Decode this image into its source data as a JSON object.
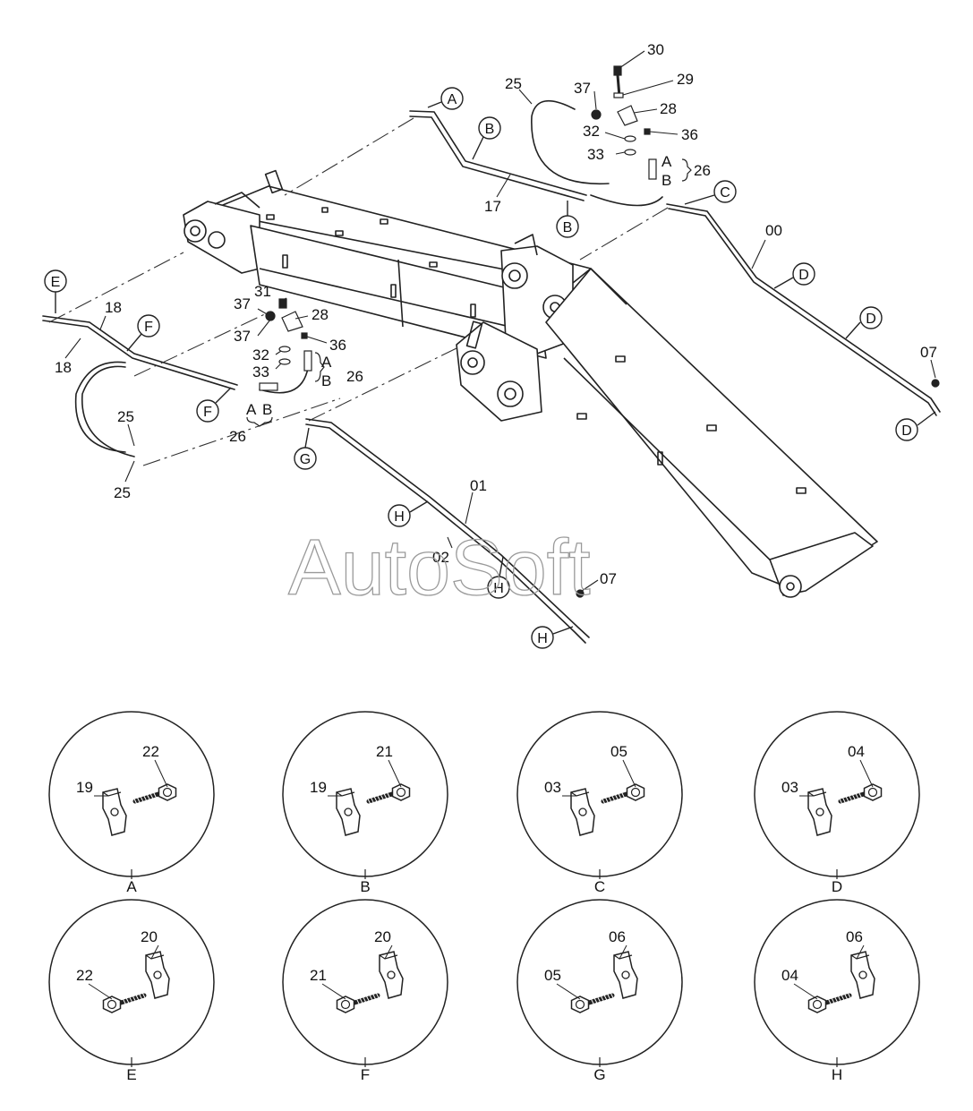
{
  "watermark": "AutoSoft",
  "diagram": {
    "callouts": {
      "c30": "30",
      "c29": "29",
      "c28a": "28",
      "c36a": "36",
      "c37a": "37",
      "c32a": "32",
      "c33a": "33",
      "c25a": "25",
      "c26a": "26",
      "c17": "17",
      "c00": "00",
      "c07a": "07",
      "c31": "31",
      "c37b": "37",
      "c37c": "37",
      "c28b": "28",
      "c36b": "36",
      "c32b": "32",
      "c33b": "33",
      "c26b": "26",
      "c26c": "26",
      "c18a": "18",
      "c18b": "18",
      "c25b": "25",
      "c25c": "25",
      "c01": "01",
      "c02": "02",
      "c07b": "07",
      "sA1": "A",
      "sB1": "B",
      "sA2": "A",
      "sB2": "B",
      "sA3": "A",
      "sB3": "B"
    },
    "markers": {
      "mA": "A",
      "mB1": "B",
      "mB2": "B",
      "mC": "C",
      "mD1": "D",
      "mD2": "D",
      "mD3": "D",
      "mE": "E",
      "mF1": "F",
      "mF2": "F",
      "mG": "G",
      "mH1": "H",
      "mH2": "H",
      "mH3": "H"
    }
  },
  "details": [
    {
      "caption": "A",
      "bolt": "22",
      "clamp": "19"
    },
    {
      "caption": "B",
      "bolt": "21",
      "clamp": "19"
    },
    {
      "caption": "C",
      "bolt": "05",
      "clamp": "03"
    },
    {
      "caption": "D",
      "bolt": "04",
      "clamp": "03"
    },
    {
      "caption": "E",
      "bolt": "22",
      "clamp": "20"
    },
    {
      "caption": "F",
      "bolt": "21",
      "clamp": "20"
    },
    {
      "caption": "G",
      "bolt": "05",
      "clamp": "06"
    },
    {
      "caption": "H",
      "bolt": "04",
      "clamp": "06"
    }
  ]
}
